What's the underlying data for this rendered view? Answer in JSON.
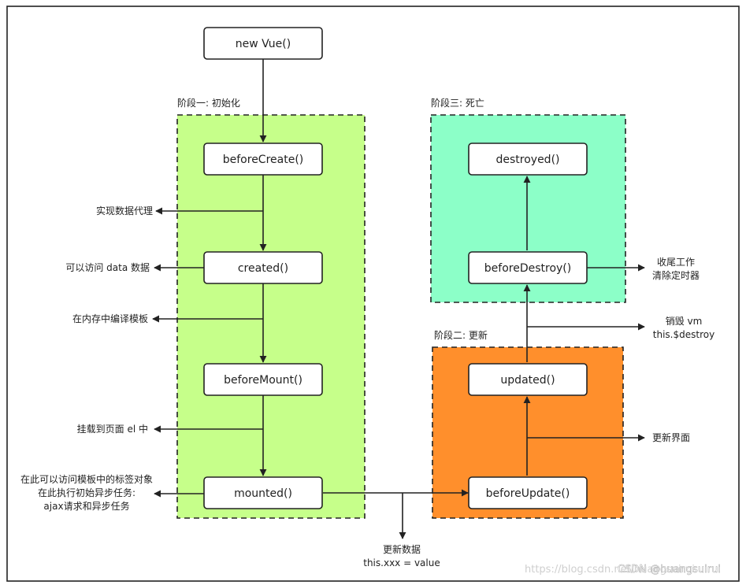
{
  "colors": {
    "stage1": "#c6ff8a",
    "stage2": "#ff8f2c",
    "stage3": "#8cffc8",
    "line": "#222222"
  },
  "stages": {
    "init": "阶段一: 初始化",
    "update": "阶段二: 更新",
    "death": "阶段三: 死亡"
  },
  "nodes": {
    "new_vue": "new Vue()",
    "before_create": "beforeCreate()",
    "created": "created()",
    "before_mount": "beforeMount()",
    "mounted": "mounted()",
    "before_update": "beforeUpdate()",
    "updated": "updated()",
    "before_destroy": "beforeDestroy()",
    "destroyed": "destroyed()"
  },
  "annotations": {
    "data_proxy": "实现数据代理",
    "access_data": "可以访问 data 数据",
    "compile_template": "在内存中编译模板",
    "mount_el": "挂载到页面 el 中",
    "mounted_note": [
      "在此可以访问模板中的标签对象",
      "在此执行初始异步任务:",
      "ajax请求和异步任务"
    ],
    "update_data": [
      "更新数据",
      "this.xxx = value"
    ],
    "update_view": "更新界面",
    "destroy_vm": [
      "销毁 vm",
      "this.$destroy"
    ],
    "cleanup": [
      "收尾工作",
      "清除定时器"
    ]
  },
  "watermark": {
    "url": "https://blog.csdn.net/huangsuirui",
    "brand": "CSDN @huangsuirui"
  }
}
